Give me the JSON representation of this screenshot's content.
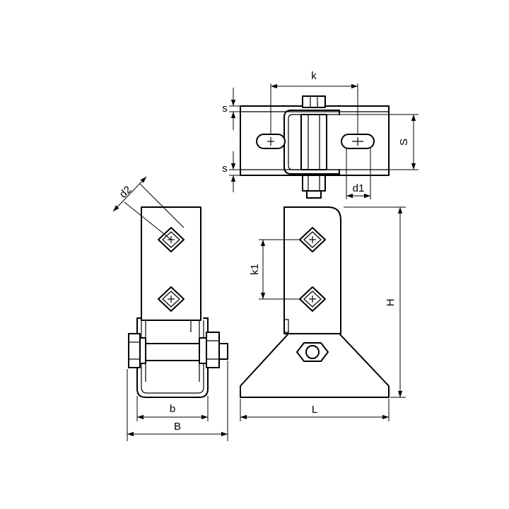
{
  "dimensions": {
    "k": "k",
    "s_top": "s",
    "s_bottom": "s",
    "S": "S",
    "d1": "d1",
    "d2": "d2",
    "k1": "k1",
    "H": "H",
    "L": "L",
    "b": "b",
    "B": "B"
  }
}
